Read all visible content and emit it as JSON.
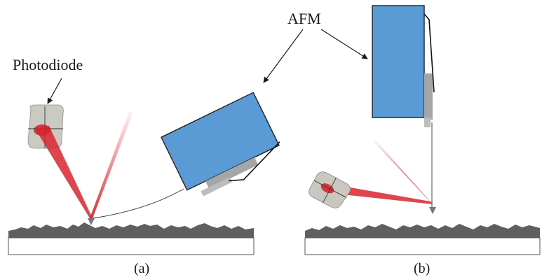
{
  "labels": {
    "photodiode": "Photodiode",
    "afm": "AFM",
    "panel_a": "(a)",
    "panel_b": "(b)"
  },
  "colors": {
    "afm_body": "#5b9bd5",
    "afm_outline": "#1f1f1f",
    "laser": "#d9252e",
    "surface": "#5f5f5f",
    "photodiode": "#c8c8c0",
    "substrate": "#ffffff"
  }
}
